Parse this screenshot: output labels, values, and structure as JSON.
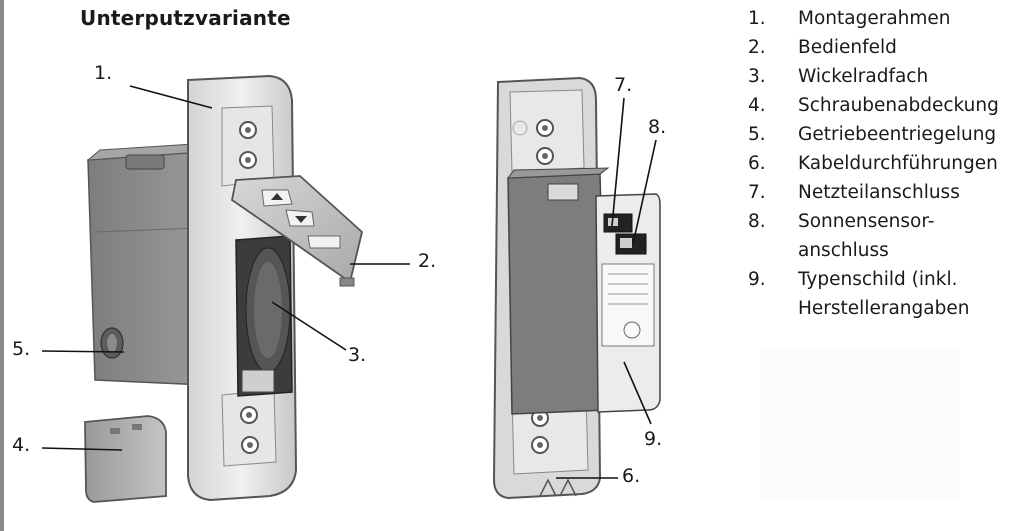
{
  "title": "Unterputzvariante",
  "callouts": {
    "c1": "1.",
    "c2": "2.",
    "c3": "3.",
    "c4": "4.",
    "c5": "5.",
    "c6": "6.",
    "c7": "7.",
    "c8": "8.",
    "c9": "9."
  },
  "legend": [
    {
      "num": "1.",
      "text": "Montagerahmen"
    },
    {
      "num": "2.",
      "text": "Bedienfeld"
    },
    {
      "num": "3.",
      "text": "Wickelradfach"
    },
    {
      "num": "4.",
      "text": "Schraubenabdeckung"
    },
    {
      "num": "5.",
      "text": "Getriebeentriegelung"
    },
    {
      "num": "6.",
      "text": "Kabeldurchführungen"
    },
    {
      "num": "7.",
      "text": "Netzteilanschluss"
    },
    {
      "num": "8.",
      "text": "Sonnensensor-\nanschluss"
    },
    {
      "num": "9.",
      "text": "Typenschild (inkl.\nHerstellerangaben"
    }
  ]
}
